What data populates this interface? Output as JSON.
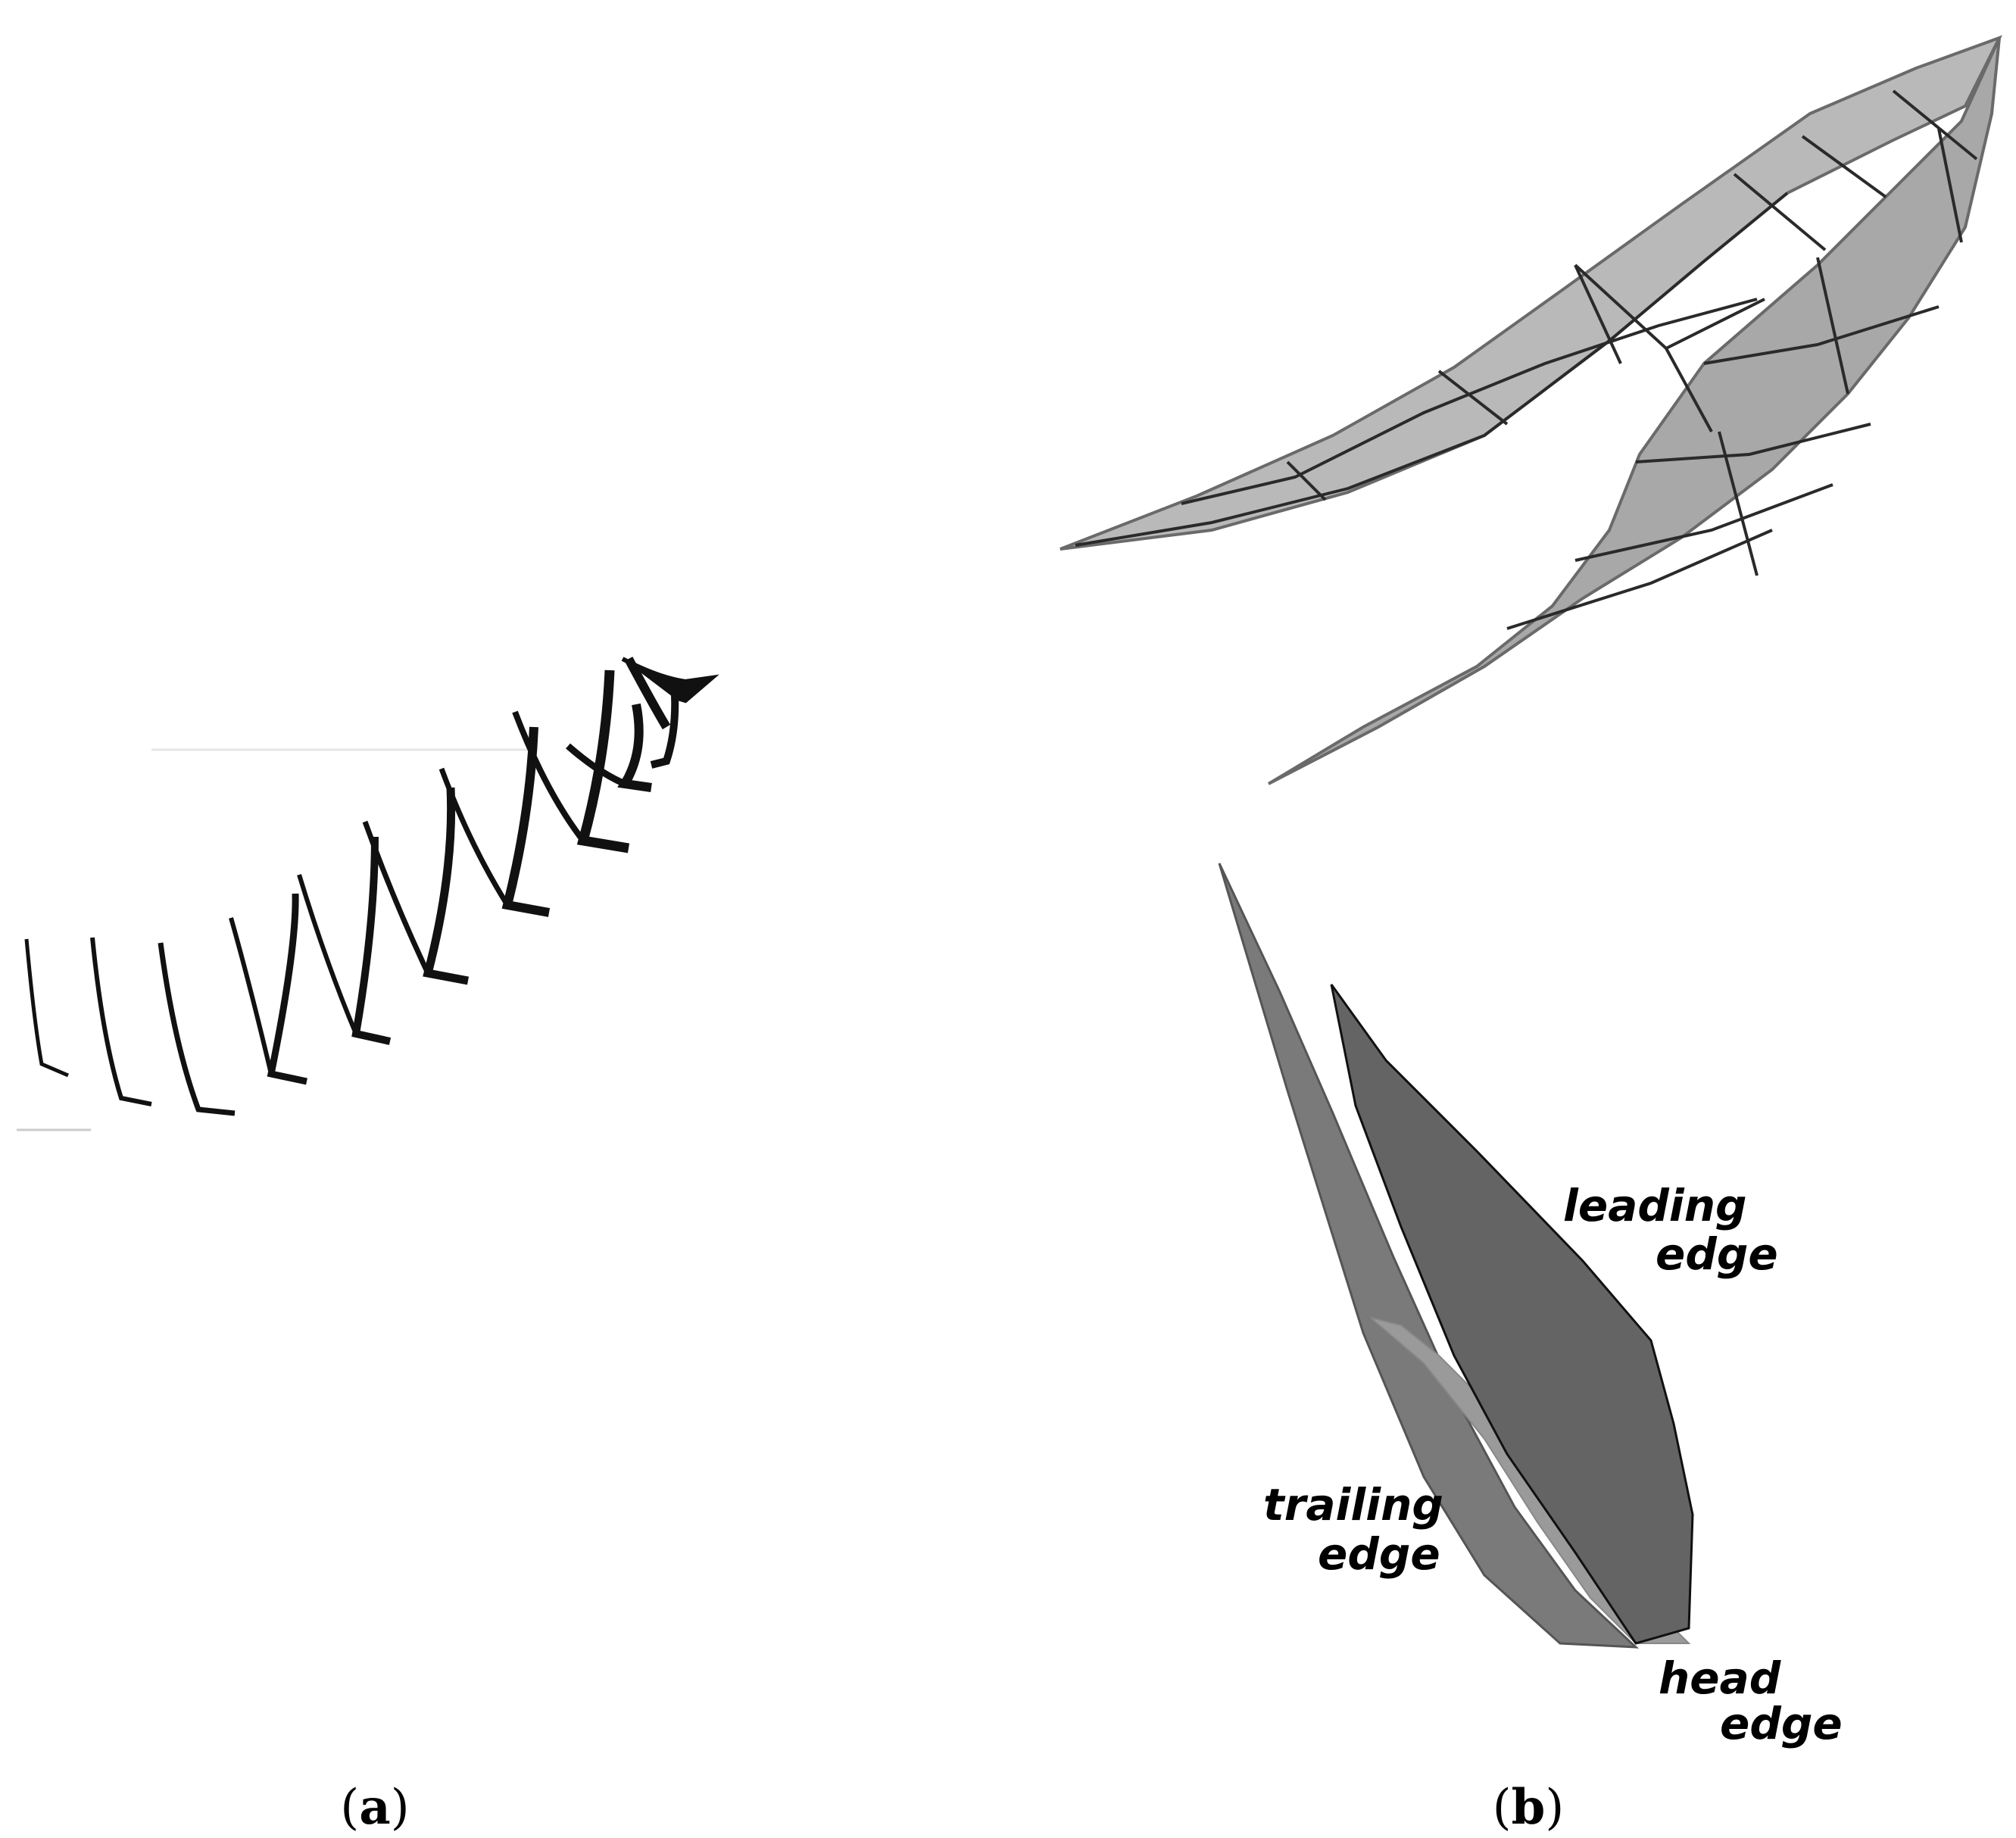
{
  "panels": {
    "a": {
      "prefix": "(",
      "letter": "a",
      "suffix": ")"
    },
    "b": {
      "prefix": "(",
      "letter": "b",
      "suffix": ")",
      "annotations": {
        "leading_edge": {
          "line1": "leading",
          "line2": "edge"
        },
        "trailing_edge": {
          "line1": "trailing",
          "line2": "edge"
        },
        "head_edge": {
          "line1": "head",
          "line2": "edge"
        }
      }
    }
  },
  "colors": {
    "background": "#ffffff",
    "stroke_dark": "#111111",
    "upper_surface": "#b9b9b9",
    "upper_surface_dark": "#8a8a8a",
    "lower_surface": "#6a6a6a",
    "lower_surface_light": "#9a9a9a",
    "mesh_line": "#2a2a2a"
  }
}
